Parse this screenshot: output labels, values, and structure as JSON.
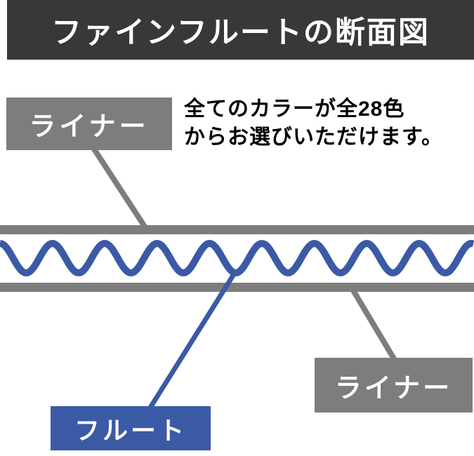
{
  "header": {
    "title": "ファインフルートの断面図"
  },
  "annotation": {
    "line1": "全てのカラーが全28色",
    "line2": "からお選びいただけます。"
  },
  "labels": {
    "liner_top": "ライナー",
    "liner_bottom": "ライナー",
    "flute": "フルート"
  },
  "colors": {
    "header_bg": "#383838",
    "header_text": "#ffffff",
    "liner_gray": "#7d7d7d",
    "flute_blue": "#3b5aa5",
    "label_text": "#ffffff",
    "annotation_text": "#000000"
  }
}
